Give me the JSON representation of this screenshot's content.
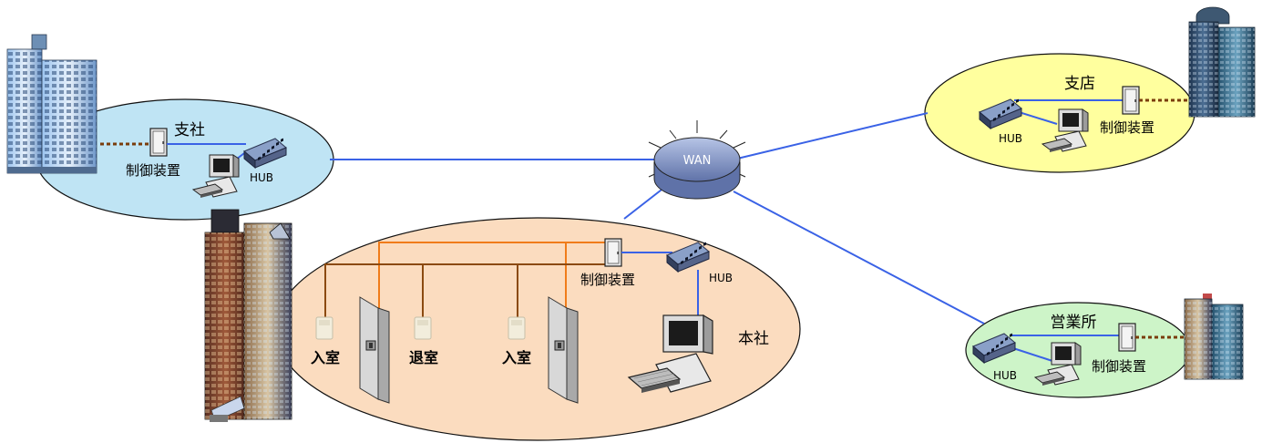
{
  "wan": {
    "label": "WAN"
  },
  "branch_office": {
    "name": "支社",
    "controller_label": "制御装置",
    "hub_label": "HUB"
  },
  "branch_store": {
    "name": "支店",
    "controller_label": "制御装置",
    "hub_label": "HUB"
  },
  "sales_office": {
    "name": "営業所",
    "controller_label": "制御装置",
    "hub_label": "HUB"
  },
  "head_office": {
    "name": "本社",
    "controller_label": "制御装置",
    "hub_label": "HUB",
    "readers": [
      {
        "label": "入室"
      },
      {
        "label": "退室"
      },
      {
        "label": "入室"
      }
    ]
  },
  "colors": {
    "network_line": "#3a62e6",
    "reader_line": "#8b4a10",
    "lock_line": "#f07c1a",
    "dotted_link": "#7a3c0c",
    "shiten_fill": "#bfe4f4",
    "shiten_ellipse": "#ffff9e",
    "eigyosho_fill": "#cdf4c8",
    "honsha_fill": "#fbdcbf"
  }
}
